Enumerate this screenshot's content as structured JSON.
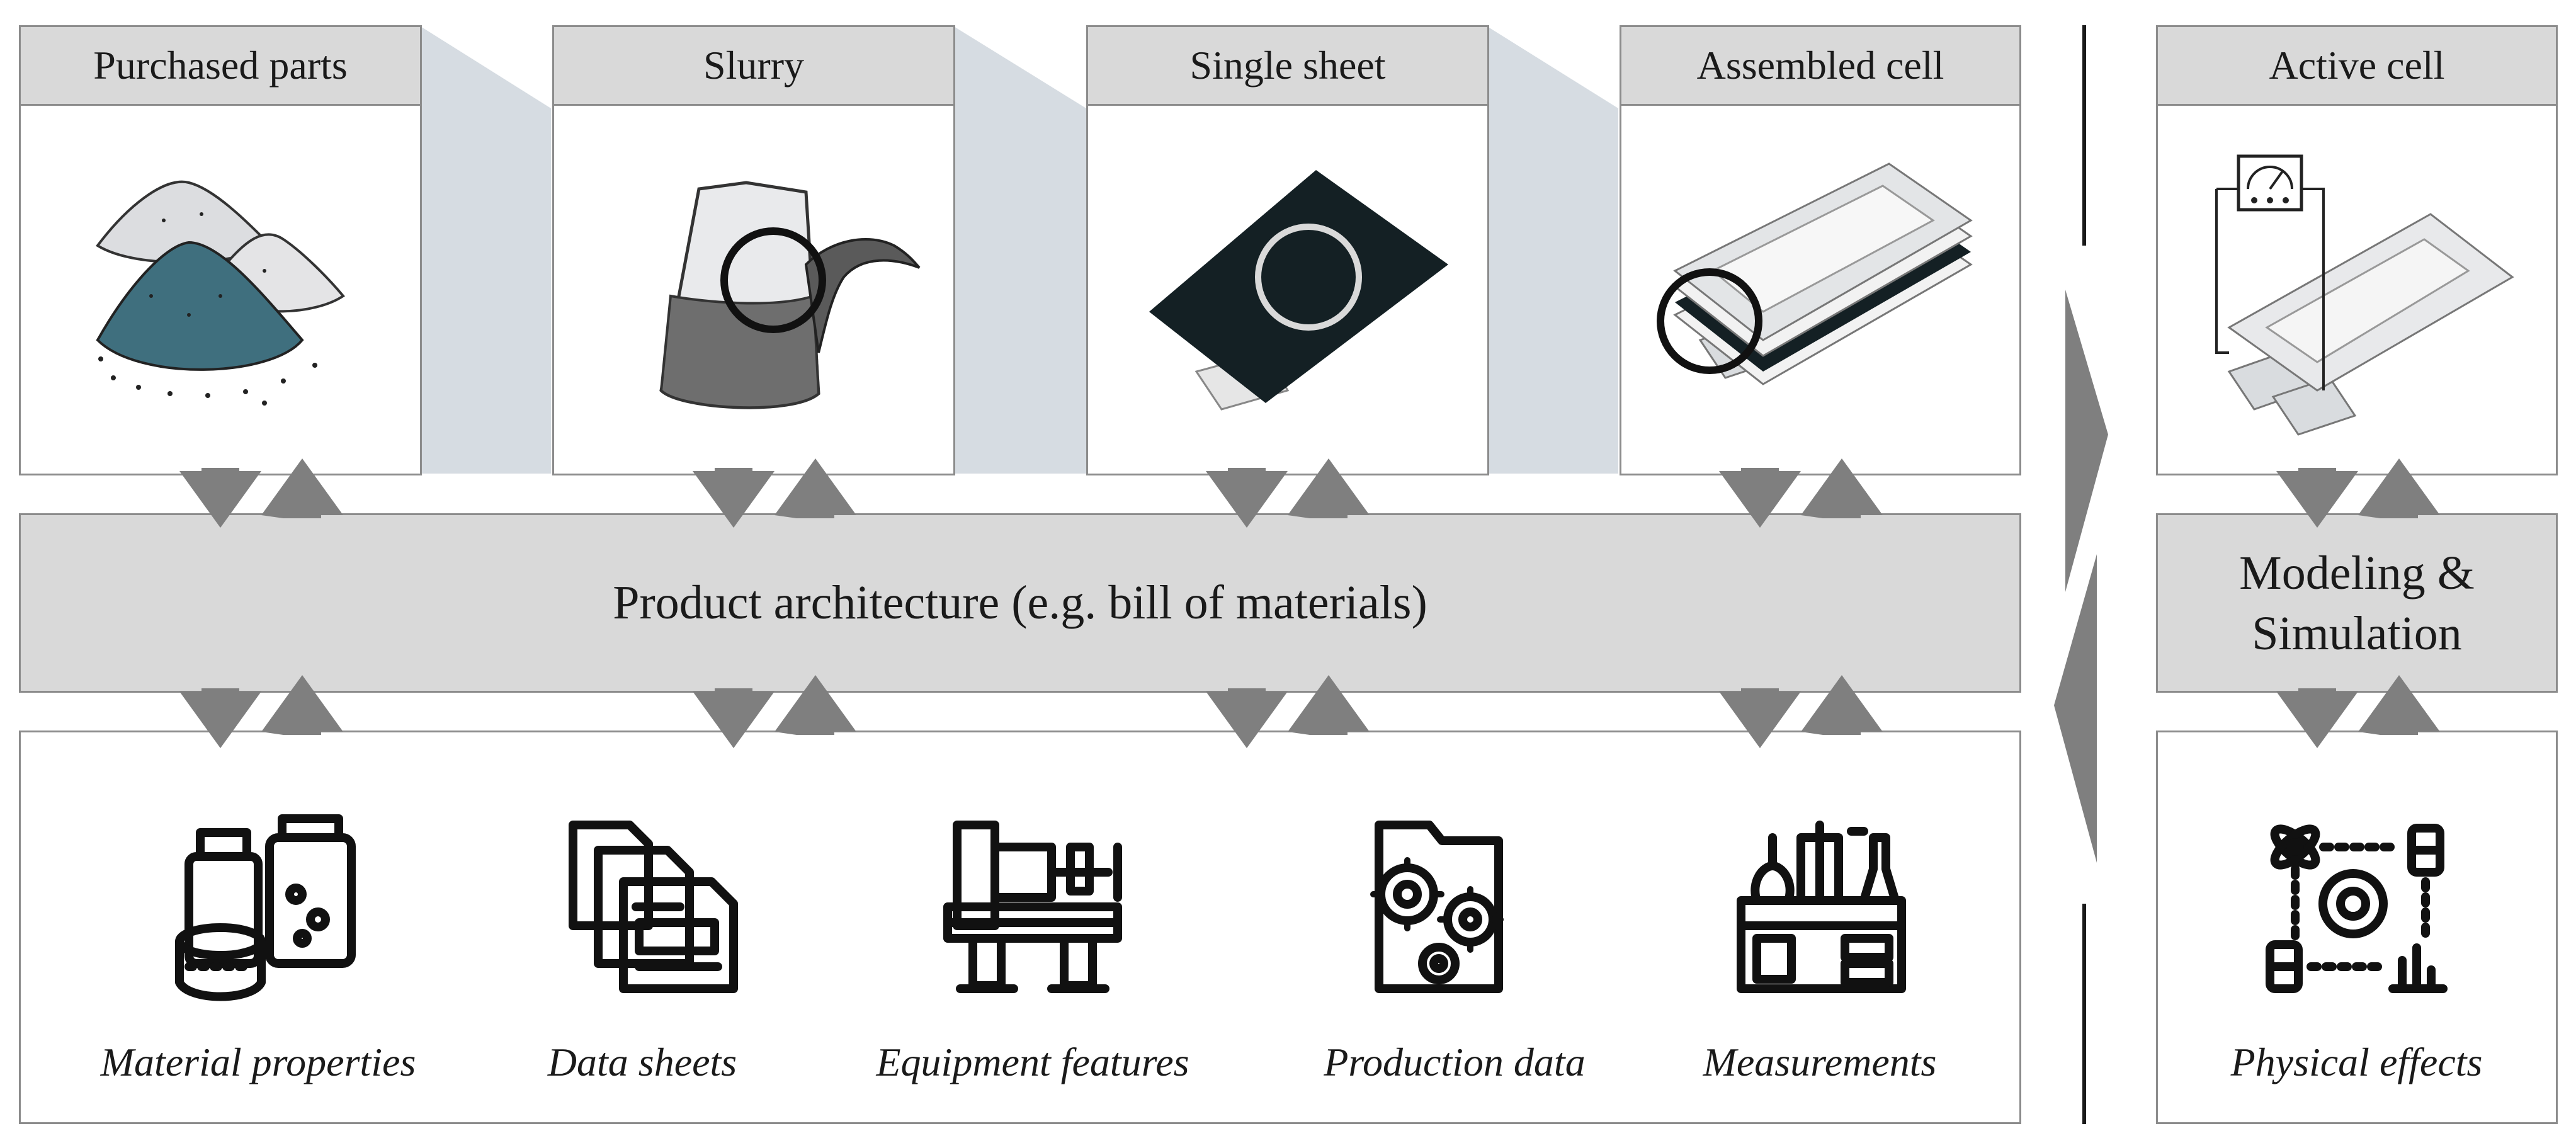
{
  "stages": [
    {
      "id": "purchased-parts",
      "label": "Purchased parts"
    },
    {
      "id": "slurry",
      "label": "Slurry"
    },
    {
      "id": "single-sheet",
      "label": "Single sheet"
    },
    {
      "id": "assembled-cell",
      "label": "Assembled cell"
    }
  ],
  "active_cell": {
    "label": "Active cell"
  },
  "product_architecture": {
    "label": "Product architecture (e.g. bill of materials)"
  },
  "modeling": {
    "line1": "Modeling &",
    "line2": "Simulation"
  },
  "data_sources": [
    {
      "id": "material-properties",
      "label": "Material properties"
    },
    {
      "id": "data-sheets",
      "label": "Data sheets"
    },
    {
      "id": "equipment-features",
      "label": "Equipment features"
    },
    {
      "id": "production-data",
      "label": "Production data"
    },
    {
      "id": "measurements",
      "label": "Measurements"
    }
  ],
  "physical_effects": {
    "label": "Physical effects"
  },
  "colors": {
    "header_bg": "#d9d9d9",
    "border": "#8c8c8c",
    "arrow": "#7f7f7f",
    "funnel": "#d6dce2",
    "dark_sheet": "#142024",
    "powder_blue": "#3f6f7e"
  }
}
